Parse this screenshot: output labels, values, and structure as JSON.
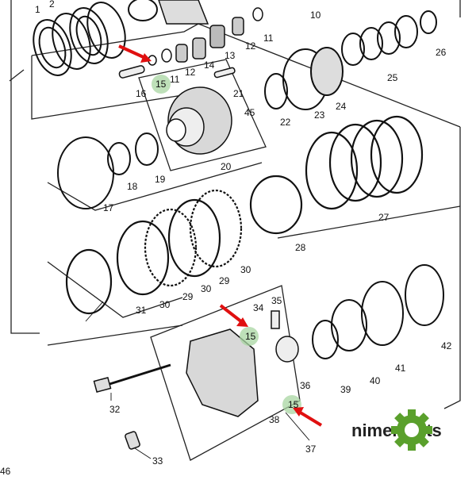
{
  "callouts": {
    "c1": "1",
    "c2": "2",
    "c10": "10",
    "c11a": "11",
    "c11b": "11",
    "c12a": "12",
    "c12b": "12",
    "c13": "13",
    "c14": "14",
    "c15a": "15",
    "c15b": "15",
    "c15c": "15",
    "c16": "16",
    "c17": "17",
    "c18": "18",
    "c19": "19",
    "c20": "20",
    "c21": "21",
    "c22": "22",
    "c23": "23",
    "c24": "24",
    "c25": "25",
    "c26": "26",
    "c27": "27",
    "c28": "28",
    "c29a": "29",
    "c29b": "29",
    "c30a": "30",
    "c30b": "30",
    "c30c": "30",
    "c31": "31",
    "c32": "32",
    "c33": "33",
    "c34": "34",
    "c35": "35",
    "c36": "36",
    "c37": "37",
    "c38": "38",
    "c39": "39",
    "c40": "40",
    "c41": "41",
    "c42": "42",
    "c45": "45"
  },
  "corner_code": "46",
  "brand": {
    "name": "nimerparts",
    "color": "#222222",
    "accent": "#5aa02c"
  },
  "highlight_color": "#a8d5a2",
  "arrow_color": "#e01010"
}
